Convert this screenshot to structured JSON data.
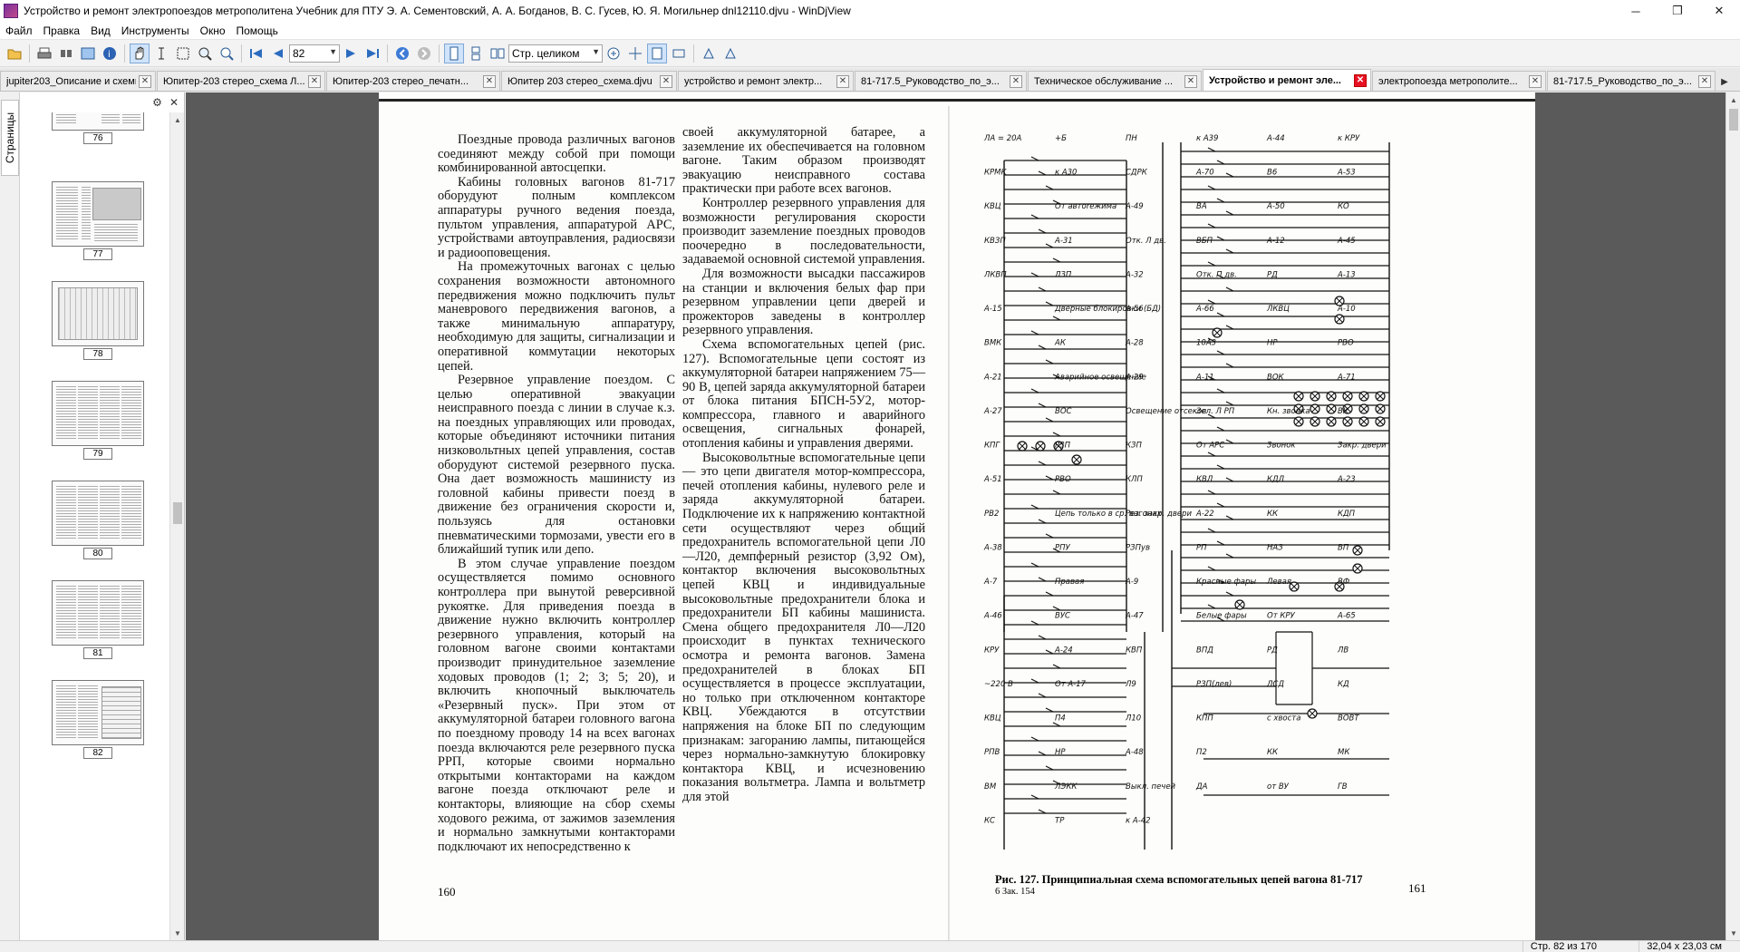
{
  "window": {
    "title": "Устройство и ремонт электропоездов метрополитена Учебник для ПТУ  Э. А. Сементовский, А. А. Богданов, В. С. Гусев, Ю. Я. Могильнер dnl12110.djvu - WinDjView",
    "minimize": "─",
    "maximize": "❐",
    "close": "✕"
  },
  "menu": [
    "Файл",
    "Правка",
    "Вид",
    "Инструменты",
    "Окно",
    "Помощь"
  ],
  "toolbar": {
    "page_value": "82",
    "zoom_value": "Стр. целиком"
  },
  "tabs": [
    {
      "label": "jupiter203_Описание и схемы..."
    },
    {
      "label": "Юпитер-203 стерео_схема Л..."
    },
    {
      "label": "Юпитер-203 стерео_печатн..."
    },
    {
      "label": "Юпитер 203 стерео_схема.djvu"
    },
    {
      "label": "устройство и ремонт электр..."
    },
    {
      "label": "81-717.5_Руководство_по_э..."
    },
    {
      "label": "Техническое обслуживание ..."
    },
    {
      "label": "Устройство и ремонт эле...",
      "active": true
    },
    {
      "label": "электропоезда метрополите..."
    },
    {
      "label": "81-717.5_Руководство_по_э..."
    }
  ],
  "sidebar": {
    "tab_label": "Страницы",
    "thumbnails": [
      "76",
      "77",
      "78",
      "79",
      "80",
      "81",
      "82"
    ]
  },
  "page_left": {
    "paragraphs": [
      "Поездные провода различных вагонов соединяют между собой при помощи комбинированной автосцепки.",
      "Кабины головных вагонов 81-717 оборудуют полным комплексом аппаратуры ручного ведения поезда, пультом управления, аппаратурой АРС, устройствами автоуправления, радиосвязи и радиооповещения.",
      "На промежуточных вагонах с целью сохранения возможности автономного передвижения можно подключить пульт маневрового передвижения вагонов, а также минимальную аппаратуру, необходимую для защиты, сигнализации и оперативной коммутации некоторых цепей.",
      "Резервное управление поездом. С целью оперативной эвакуации неисправного поезда с линии в случае к.з. на поездных управляющих или проводах, которые объединяют источники питания низковольтных цепей управления, состав оборудуют системой резервного пуска. Она дает возможность машинисту из головной кабины привести поезд в движение без ограничения скорости и, пользуясь для остановки пневматическими тормозами, увести его в ближайший тупик или депо.",
      "В этом случае управление поездом осуществляется помимо основного контроллера при вынутой реверсивной рукоятке. Для приведения поезда в движение нужно включить контроллер резервного управления, который на головном вагоне своими контактами производит принудительное заземление ходовых проводов (1; 2; 3; 5; 20), и включить кнопочный выключатель «Резервный пуск». При этом от аккумуляторной батареи головного вагона по поездному проводу 14 на всех вагонах поезда включаются реле резервного пуска РРП, которые своими нормально открытыми контакторами на каждом вагоне поезда отключают реле и контакторы, влияющие на сбор схемы ходового режима, от зажимов заземления и нормально замкнутыми контакторами подключают их непосредственно к"
    ],
    "page_number": "160"
  },
  "page_mid": {
    "paragraphs": [
      "своей аккумуляторной батарее, а заземление их обеспечивается на головном вагоне. Таким образом производят эвакуацию неисправного состава практически при работе всех вагонов.",
      "Контроллер резервного управления для возможности регулирования скорости производит заземление поездных проводов поочередно в последовательности, задаваемой основной системой управления.",
      "Для возможности высадки пассажиров на станции и включения белых фар при резервном управлении цепи дверей и прожекторов заведены в контроллер резервного управления.",
      "Схема вспомогательных цепей (рис. 127). Вспомогательные цепи состоят из аккумуляторной батареи напряжением 75—90 В, цепей заряда аккумуляторной батареи от блока питания БПСН-5У2, мотор-компрессора, главного и аварийного освещения, сигнальных фонарей, отопления кабины и управления дверями.",
      "Высоковольтные вспомогательные цепи — это цепи двигателя мотор-компрессора, печей отопления кабины, нулевого реле и заряда аккумуляторной батареи. Подключение их к напряжению контактной сети осуществляют через общий предохранитель вспомогательной цепи Л0—Л20, демпферный резистор (3,92 Ом), контактор включения высоковольтных цепей КВЦ и индивидуальные высоковольтные предохранители блока и предохранители БП кабины машиниста. Смена общего предохранителя Л0—Л20 происходит в пунктах технического осмотра и ремонта вагонов. Замена предохранителей в блоках БП осуществляется в процессе эксплуатации, но только при отключенном контакторе КВЦ. Убеждаются в отсутствии напряжения на блоке БП по следующим признакам: загоранию лампы, питающейся через нормально-замкнутую блокировку контактора КВЦ, и исчезновению показания вольтметра. Лампа и вольтметр для этой"
    ]
  },
  "page_right": {
    "caption": "Рис. 127. Принципиальная схема вспомогательных цепей вагона 81-717",
    "caption_sub": "6  Зак. 154",
    "page_number": "161",
    "labels": [
      "ЛА = 20А",
      "+Б",
      "ПН",
      "к А39",
      "А-44",
      "к КРУ",
      "КРМК",
      "к А30",
      "СДРК",
      "А-70",
      "В6",
      "А-53",
      "КВЦ",
      "От автоrежима",
      "А-49",
      "ВА",
      "А-50",
      "КО",
      "КВЗП",
      "А-31",
      "Отк. Л дв.",
      "ВБП",
      "А-12",
      "А-45",
      "ЛКВП",
      "ЛЗП",
      "А-32",
      "Отк. П дв.",
      "РД",
      "А-13",
      "А-15",
      "Дверные блокировки (БД)",
      "А-56",
      "А-66",
      "ЛКВЦ",
      "А-10",
      "ВМК",
      "АК",
      "А-28",
      "10А3",
      "НР",
      "РВО",
      "А-21",
      "Аварийное освещение",
      "А-29",
      "А-11",
      "ВОК",
      "А-71",
      "А-27",
      "ВОС",
      "Освещение отсеков",
      "Зел. Л РП",
      "Кн. звонка",
      "ВК",
      "КПГ",
      "РЗП",
      "КЗП",
      "От АРС",
      "Звонок",
      "Закр. двери",
      "А-51",
      "РВО",
      "КЛП",
      "КВЛ",
      "КДЛ",
      "А-23",
      "РВ2",
      "Цепь только в ср. вагонах",
      "Рез. закр. двери",
      "А-22",
      "КК",
      "КДП",
      "А-38",
      "РПУ",
      "РЗПув",
      "РП",
      "НАЗ",
      "ВП",
      "А-7",
      "Правая",
      "А-9",
      "Красные фары",
      "Левая",
      "ВФ",
      "А-46",
      "ВУС",
      "А-47",
      "Белые фары",
      "От КРУ",
      "А-65",
      "КРУ",
      "А-24",
      "КВП",
      "ВПД",
      "РД",
      "ЛВ",
      "~220 В",
      "От А-17",
      "Л9",
      "РЗП(лев)",
      "ЛСД",
      "КД",
      "КВЦ",
      "П4",
      "Л10",
      "КПП",
      "с хвоста",
      "ВОВТ",
      "РПВ",
      "НР",
      "А-48",
      "П2",
      "КК",
      "МК",
      "ВМ",
      "ЛЭКК",
      "Выкл. печей",
      "ДА",
      "от ВУ",
      "ГВ",
      "КС",
      "ТР",
      "к А-42"
    ]
  },
  "status": {
    "pages": "Стр. 82 из 170",
    "size": "32,04 x 23,03 см"
  }
}
